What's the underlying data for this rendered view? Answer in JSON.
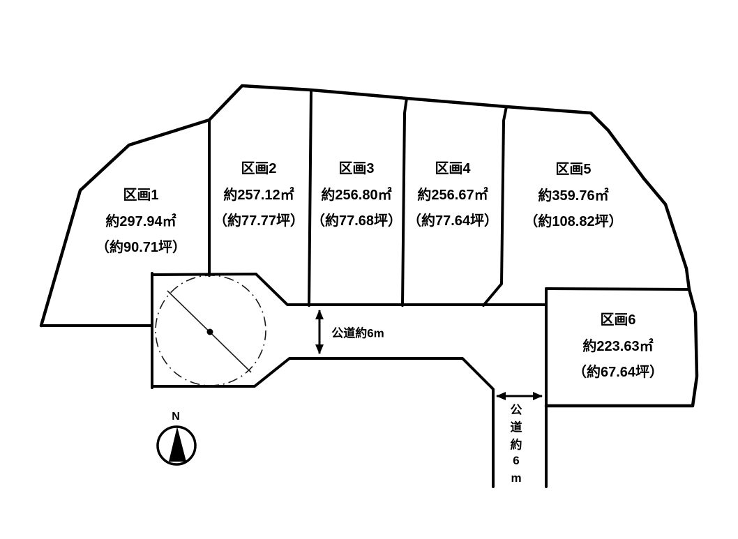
{
  "diagram": {
    "title": "land-subdivision-plan",
    "colors": {
      "background": "#ffffff",
      "line": "#000000",
      "text": "#000000"
    },
    "plots": [
      {
        "name": "区画1",
        "area": "約297.94㎡",
        "tsubo": "（約90.71坪）"
      },
      {
        "name": "区画2",
        "area": "約257.12㎡",
        "tsubo": "（約77.77坪）"
      },
      {
        "name": "区画3",
        "area": "約256.80㎡",
        "tsubo": "（約77.68坪）"
      },
      {
        "name": "区画4",
        "area": "約256.67㎡",
        "tsubo": "（約77.64坪）"
      },
      {
        "name": "区画5",
        "area": "約359.76㎡",
        "tsubo": "（約108.82坪）"
      },
      {
        "name": "区画6",
        "area": "約223.63㎡",
        "tsubo": "（約67.64坪）"
      }
    ],
    "roads": {
      "horizontal": {
        "label": "公道約6m"
      },
      "vertical": {
        "label": "公道約6m",
        "chars": [
          "公",
          "道",
          "約",
          "6",
          "m"
        ]
      }
    },
    "compass": {
      "label": "N"
    }
  }
}
